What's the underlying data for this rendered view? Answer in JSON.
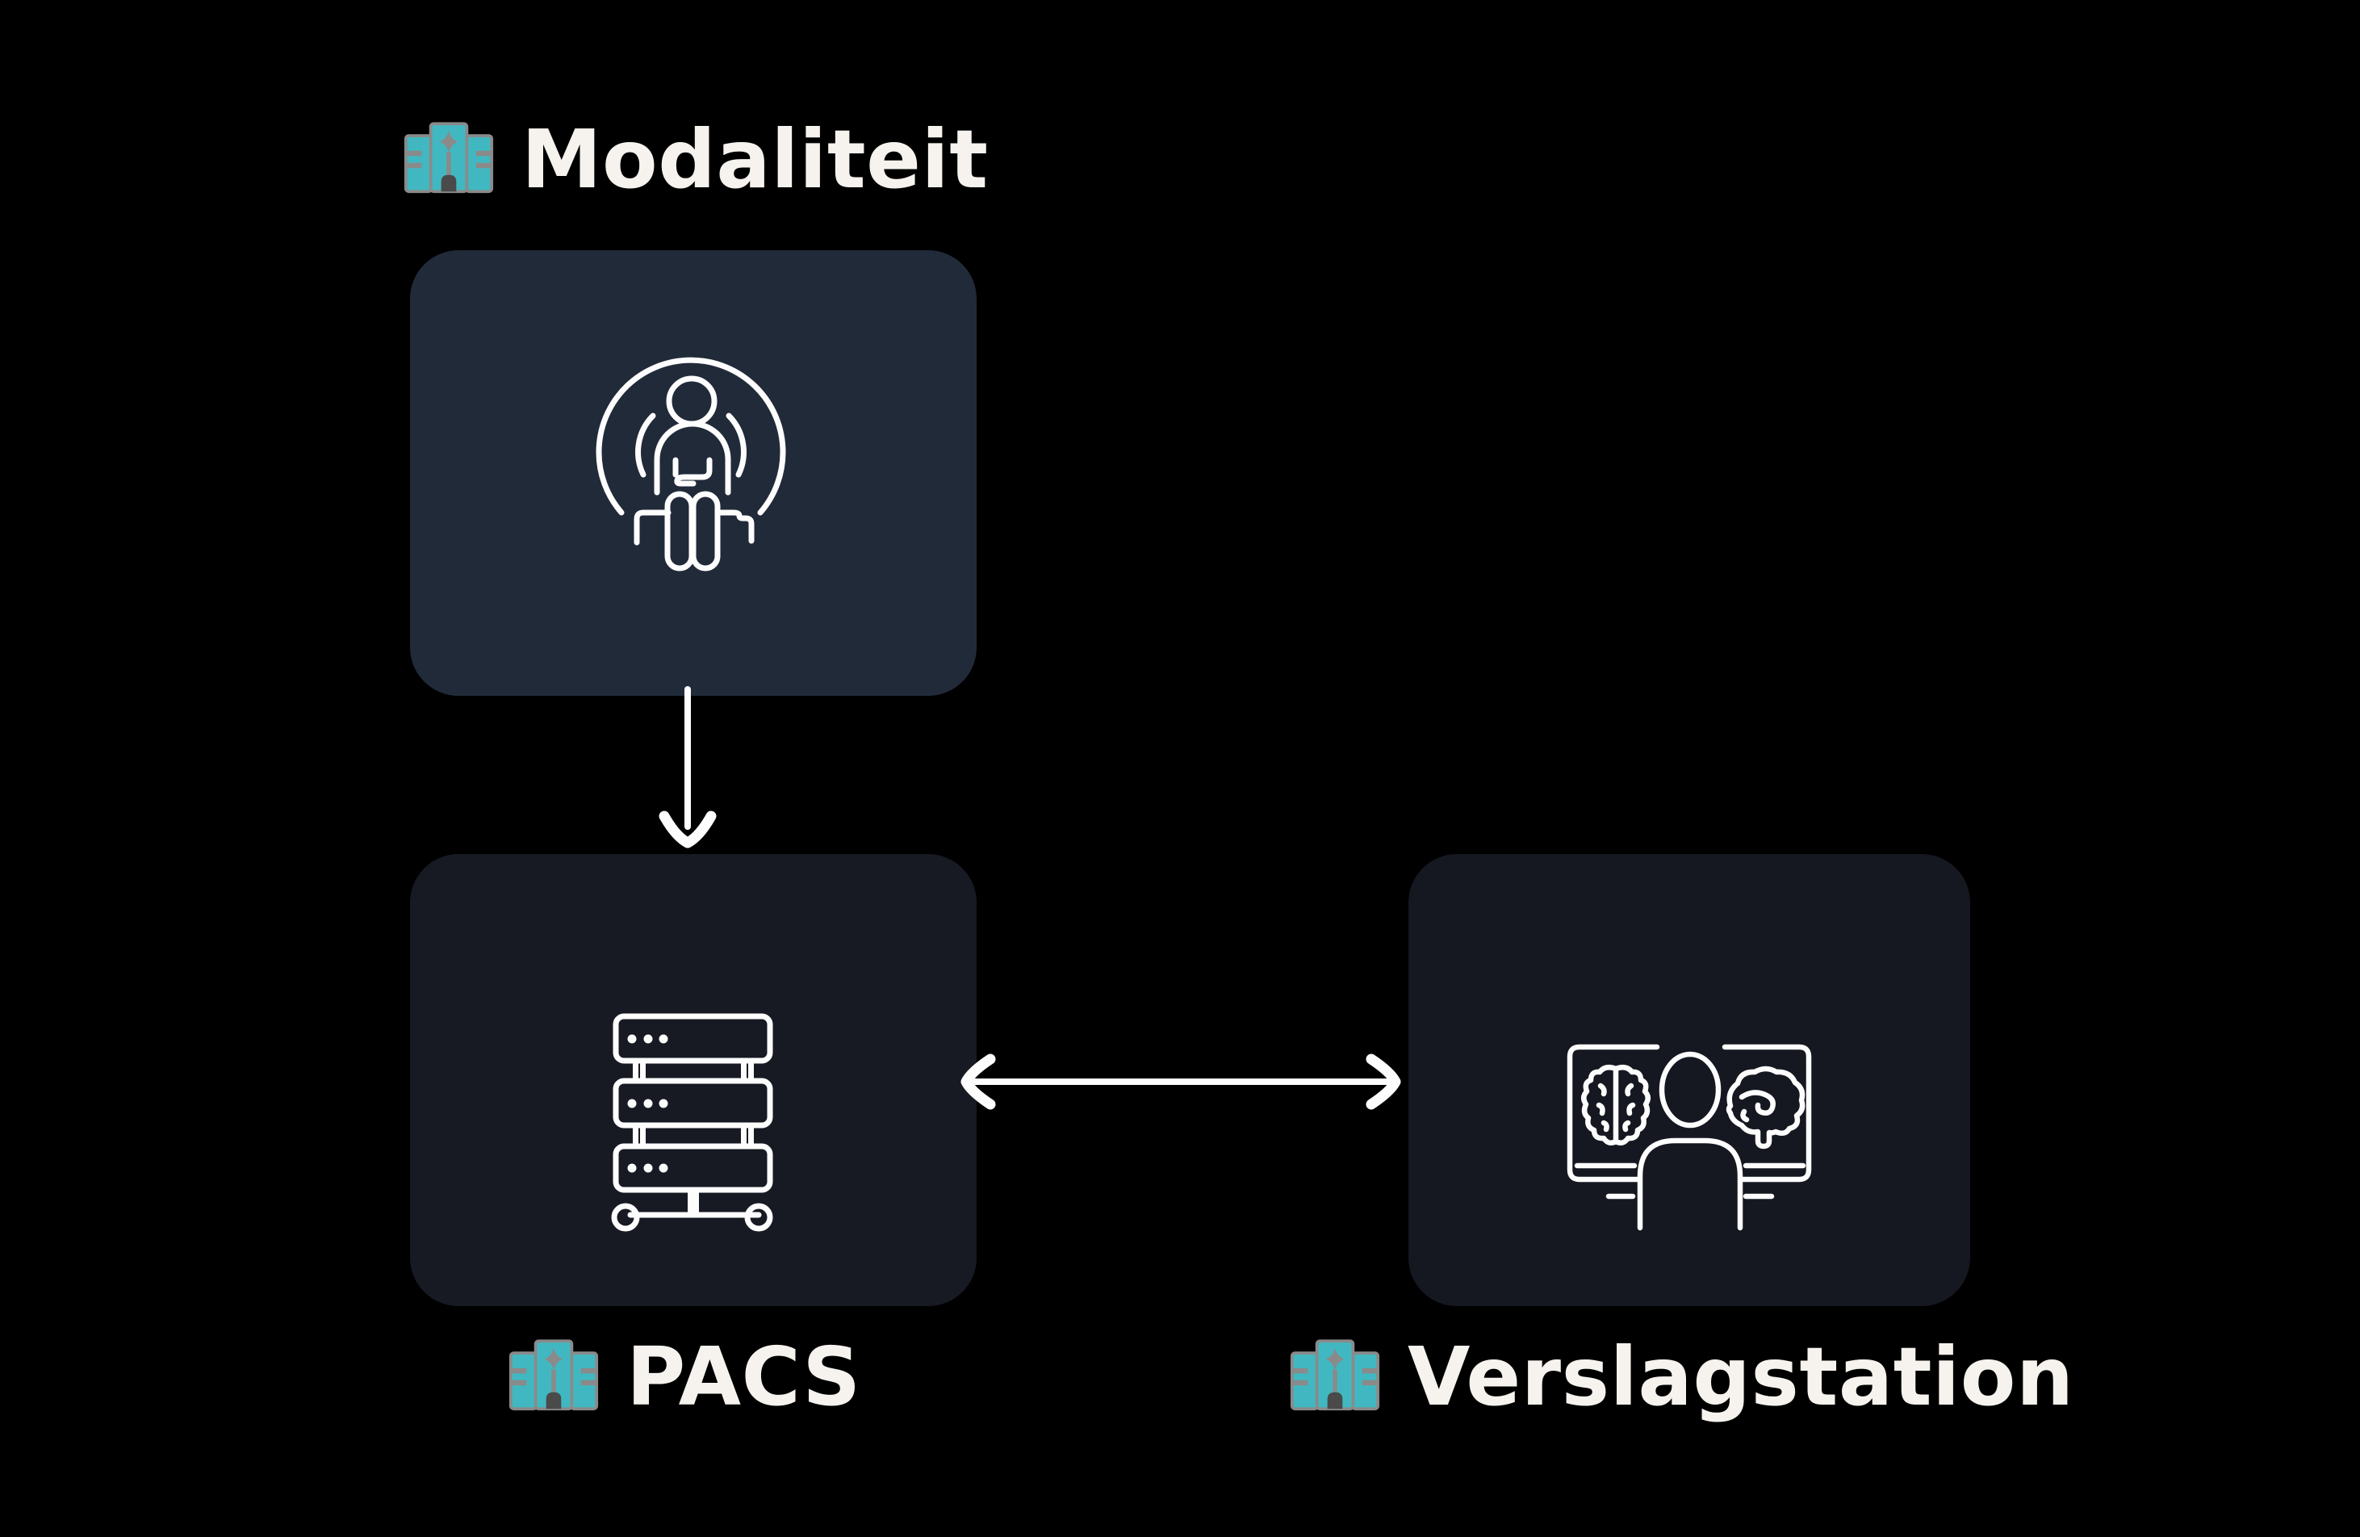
{
  "diagram": {
    "background_color": "#000000",
    "accent_color": "#41b8c1",
    "label_color": "#f6f3ee",
    "nodes": [
      {
        "id": "modaliteit",
        "label": "Modaliteit",
        "icon": "mri-scanner",
        "color": "#212a39"
      },
      {
        "id": "pacs",
        "label": "PACS",
        "icon": "server-rack",
        "color": "#171a22"
      },
      {
        "id": "verslagstation",
        "label": "Verslagstation",
        "icon": "radiology-workstation",
        "color": "#151820"
      }
    ],
    "edges": [
      {
        "from": "modaliteit",
        "to": "pacs",
        "type": "arrow-down"
      },
      {
        "from": "pacs",
        "to": "verslagstation",
        "type": "arrow-bidirectional"
      }
    ]
  }
}
